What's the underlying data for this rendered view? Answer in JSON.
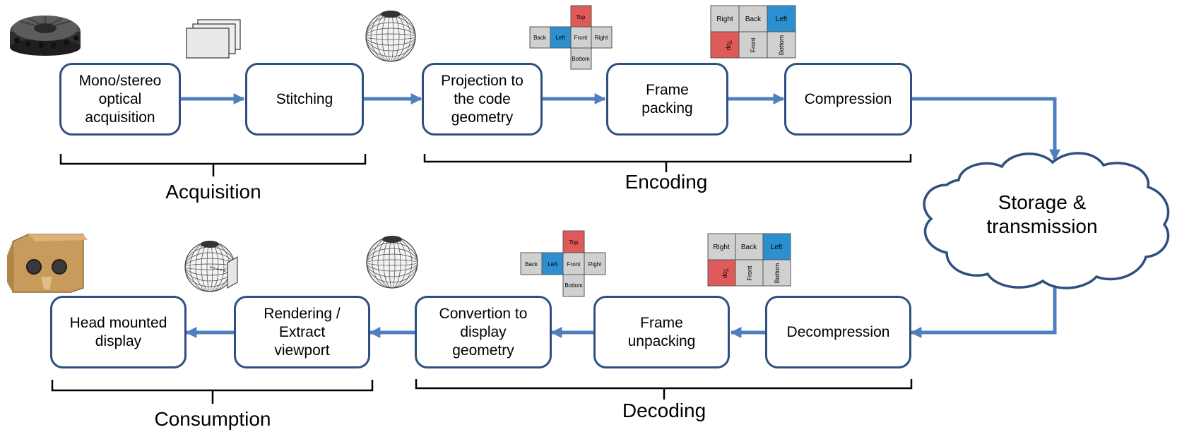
{
  "diagram": {
    "colors": {
      "box_border": "#2f4f80",
      "arrow": "#4f7fbf",
      "face_gray": "#d0d0d0",
      "face_blue": "#2b8fd0",
      "face_red": "#e05a5a",
      "bracket": "#000000"
    },
    "pipeline_top": {
      "acquisition_box": "Mono/stereo\noptical\nacquisition",
      "stitching_box": "Stitching",
      "projection_box": "Projection to\nthe code\ngeometry",
      "frame_packing_box": "Frame\npacking",
      "compression_box": "Compression"
    },
    "pipeline_bottom": {
      "decompression_box": "Decompression",
      "frame_unpacking_box": "Frame\nunpacking",
      "convertion_box": "Convertion to\ndisplay\ngeometry",
      "rendering_box": "Rendering /\nExtract\nviewport",
      "hmd_box": "Head mounted\ndisplay"
    },
    "storage_cloud": "Storage &\ntransmission",
    "groups": {
      "acquisition": "Acquisition",
      "encoding": "Encoding",
      "consumption": "Consumption",
      "decoding": "Decoding"
    },
    "cube_faces": {
      "top": "Top",
      "back": "Back",
      "left": "Left",
      "front": "Front",
      "right": "Right",
      "bottom": "Bottom"
    },
    "icons": [
      "camera-rig-icon",
      "frames-stack-icon",
      "sphere-icon",
      "cube-cross-layout-icon",
      "cube-packed-layout-icon",
      "vr-headset-icon",
      "sphere-viewport-icon"
    ]
  }
}
